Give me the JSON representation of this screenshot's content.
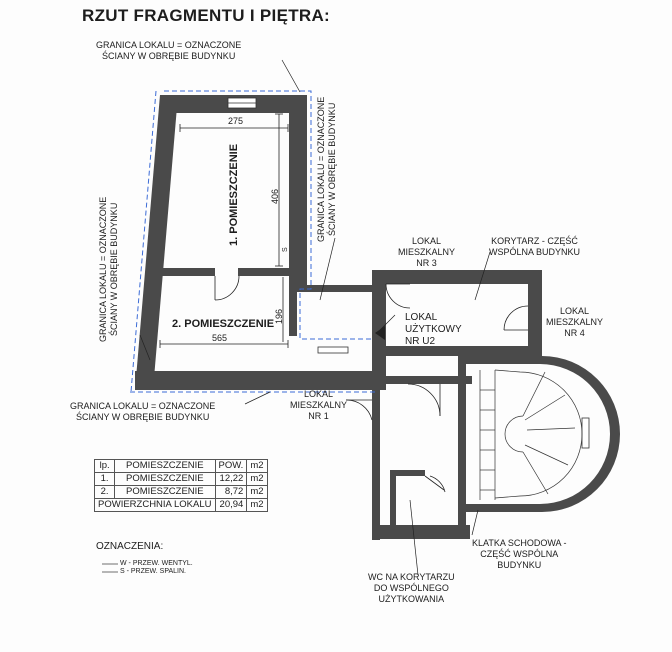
{
  "title": "RZUT FRAGMENTU I PIĘTRA:",
  "boundary_label": {
    "line1": "GRANICA LOKALU = OZNACZONE",
    "line2": "ŚCIANY W OBRĘBIE BUDYNKU"
  },
  "rooms": {
    "room1": "1. POMIESZCZENIE",
    "room2": "2. POMIESZCZENIE"
  },
  "dimensions": {
    "top_width": "275",
    "room1_height": "406",
    "room2_height": "196",
    "room2_width": "565",
    "s_mark": "S"
  },
  "neighbors": {
    "lokal_nr3": [
      "LOKAL",
      "MIESZKALNY",
      "NR 3"
    ],
    "lokal_nr4": [
      "LOKAL",
      "MIESZKALNY",
      "NR 4"
    ],
    "lokal_nr1": [
      "LOKAL",
      "MIESZKALNY",
      "NR 1"
    ],
    "lokal_u2": [
      "LOKAL",
      "UŻYTKOWY",
      "NR U2"
    ],
    "korytarz": [
      "KORYTARZ - CZĘŚĆ",
      "WSPÓLNA BUDYNKU"
    ],
    "klatka": [
      "KLATKA SCHODOWA -",
      "CZĘŚĆ WSPÓLNA",
      "BUDYNKU"
    ],
    "wc": [
      "WC NA KORYTARZU",
      "DO WSPÓLNEGO",
      "UŻYTKOWANIA"
    ]
  },
  "table": {
    "headers": [
      "lp.",
      "POMIESZCZENIE",
      "POW.",
      "m2"
    ],
    "rows": [
      [
        "1.",
        "POMIESZCZENIE",
        "12,22",
        "m2"
      ],
      [
        "2.",
        "POMIESZCZENIE",
        "8,72",
        "m2"
      ]
    ],
    "total": [
      "POWIERZCHNIA LOKALU",
      "20,94",
      "m2"
    ]
  },
  "legend": {
    "title": "OZNACZENIA:",
    "items": [
      "W - PRZEW. WENTYL.",
      "S - PRZEW. SPALIN."
    ]
  },
  "colors": {
    "wall": "#4a4a4a",
    "boundary": "#3b6bd6",
    "line": "#222222"
  }
}
